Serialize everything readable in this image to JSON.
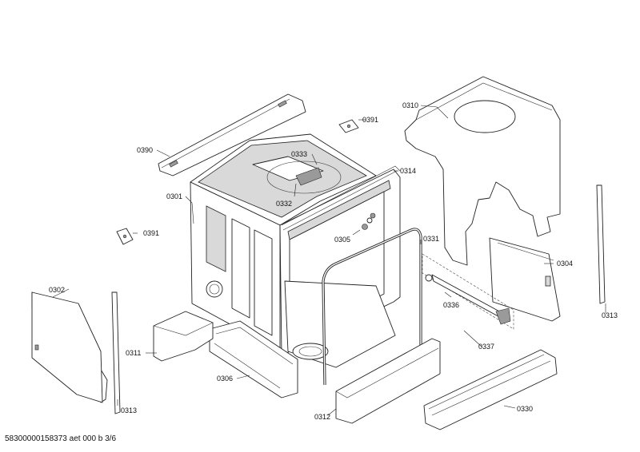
{
  "footer": {
    "document_code": "58300000158373 aet 000 b 3/6"
  },
  "callouts": [
    {
      "key": "c0310",
      "label": "0310"
    },
    {
      "key": "c0391a",
      "label": "0391"
    },
    {
      "key": "c0390",
      "label": "0390"
    },
    {
      "key": "c0333",
      "label": "0333"
    },
    {
      "key": "c0314",
      "label": "0314"
    },
    {
      "key": "c0301",
      "label": "0301"
    },
    {
      "key": "c0332",
      "label": "0332"
    },
    {
      "key": "c0391b",
      "label": "0391"
    },
    {
      "key": "c0305",
      "label": "0305"
    },
    {
      "key": "c0331",
      "label": "0331"
    },
    {
      "key": "c0304",
      "label": "0304"
    },
    {
      "key": "c0302",
      "label": "0302"
    },
    {
      "key": "c0336",
      "label": "0336"
    },
    {
      "key": "c0313a",
      "label": "0313"
    },
    {
      "key": "c0311",
      "label": "0311"
    },
    {
      "key": "c0337",
      "label": "0337"
    },
    {
      "key": "c0306",
      "label": "0306"
    },
    {
      "key": "c0313b",
      "label": "0313"
    },
    {
      "key": "c0312",
      "label": "0312"
    },
    {
      "key": "c0330",
      "label": "0330"
    }
  ]
}
